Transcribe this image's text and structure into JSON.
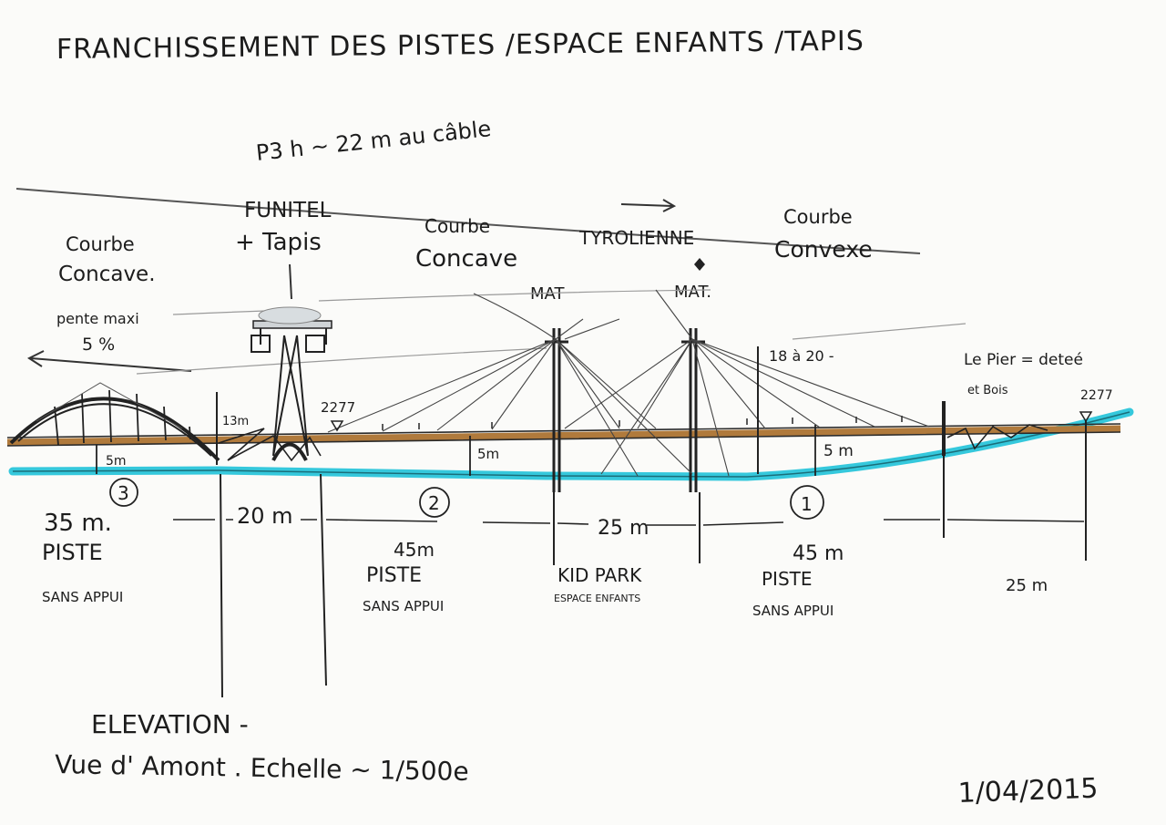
{
  "title": "FRANCHISSEMENT DES PISTES /ESPACE ENFANTS /TAPIS",
  "pylon_note": "P3 h ~ 22 m au câble",
  "labels": {
    "courbe_concave_left_1": "Courbe",
    "courbe_concave_left_2": "Concave.",
    "funitel_1": "FUNITEL",
    "funitel_2": "+ Tapis",
    "courbe_concave_mid_1": "Courbe",
    "courbe_concave_mid_2": "Concave",
    "tyrolienne": "TYROLIENNE",
    "courbe_convexe_1": "Courbe",
    "courbe_convexe_2": "Convexe",
    "mat_1": "MAT",
    "mat_2": "MAT.",
    "pente_1": "pente maxi",
    "pente_2": "5 %",
    "height_18_20": "18 à 20 -",
    "le_pier_1": "Le Pier = deteé",
    "le_pier_2": "et Bois",
    "height_13": "13m",
    "alt_left": "2277",
    "alt_right": "2277",
    "clear_5_a": "5m",
    "clear_5_b": "5m",
    "clear_5_c": "5 m"
  },
  "spans": [
    {
      "number": "3",
      "length": "35 m.",
      "type": "PISTE",
      "support": "SANS APPUI"
    },
    {
      "number": "",
      "length": "20 m",
      "type": "",
      "support": ""
    },
    {
      "number": "2",
      "length": "45m",
      "type": "PISTE",
      "support": "SANS APPUI"
    },
    {
      "number": "",
      "length": "25 m",
      "type": "KID PARK",
      "support": "ESPACE ENFANTS"
    },
    {
      "number": "1",
      "length": "45 m",
      "type": "PISTE",
      "support": "SANS APPUI"
    },
    {
      "number": "",
      "length": "25 m",
      "type": "",
      "support": ""
    }
  ],
  "footer": {
    "elevation": "ELEVATION -",
    "vue": "Vue d' Amont . Echelle ~ 1/500e",
    "date": "1/04/2015"
  },
  "colors": {
    "ground": "#35c8dc",
    "deck": "#b07a3c",
    "ink": "#1c1c1c",
    "pencil": "#6d6d6d"
  }
}
